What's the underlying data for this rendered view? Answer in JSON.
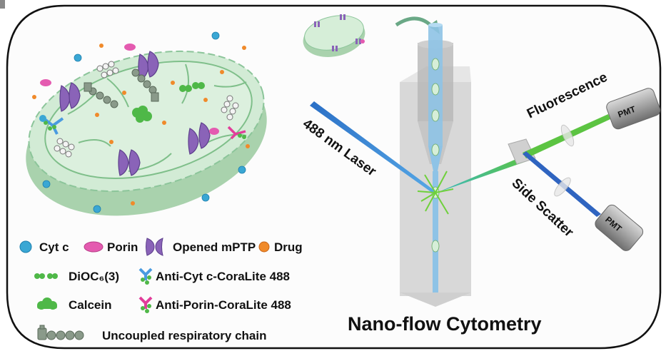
{
  "colors": {
    "frame": "#111111",
    "mito_fill": "#cfe8d2",
    "mito_shadow": "#a9d2ad",
    "mito_line": "#7fbf8a",
    "cyt_c": "#3aa7d4",
    "porin": "#e45bb0",
    "mptp": "#8a63b8",
    "drug": "#f08a2a",
    "dioc": "#4fb848",
    "calcein": "#4fb848",
    "anti_cyt": "#4a9be0",
    "anti_porin": "#e23d9a",
    "laser": "#2f74c8",
    "fluorescence": "#5cc442",
    "side_scatter": "#2f64c0",
    "flow_cell": "#d7d7d7",
    "sheath": "#8ec3e6",
    "pmt": "#9a9a9a",
    "arrow": "#6aa886"
  },
  "legend": [
    {
      "icon": "cyt-c-icon",
      "label": "Cyt c"
    },
    {
      "icon": "porin-icon",
      "label": "Porin"
    },
    {
      "icon": "opened-mptp-icon",
      "label": "Opened mPTP"
    },
    {
      "icon": "drug-icon",
      "label": "Drug"
    },
    {
      "icon": "dioc6-icon",
      "label": "DiOC₆(3)"
    },
    {
      "icon": "anti-cyt-c-antibody-icon",
      "label": "Anti-Cyt c-CoraLite 488"
    },
    {
      "icon": "calcein-icon",
      "label": "Calcein"
    },
    {
      "icon": "anti-porin-antibody-icon",
      "label": "Anti-Porin-CoraLite 488"
    },
    {
      "icon": "uncoupled-respiratory-chain-icon",
      "label": "Uncoupled respiratory chain"
    }
  ],
  "labels": {
    "laser": "488 nm Laser",
    "fluorescence": "Fluorescence",
    "side_scatter": "Side Scatter",
    "pmt_top": "PMT",
    "pmt_bottom": "PMT",
    "title": "Nano-flow Cytometry"
  }
}
